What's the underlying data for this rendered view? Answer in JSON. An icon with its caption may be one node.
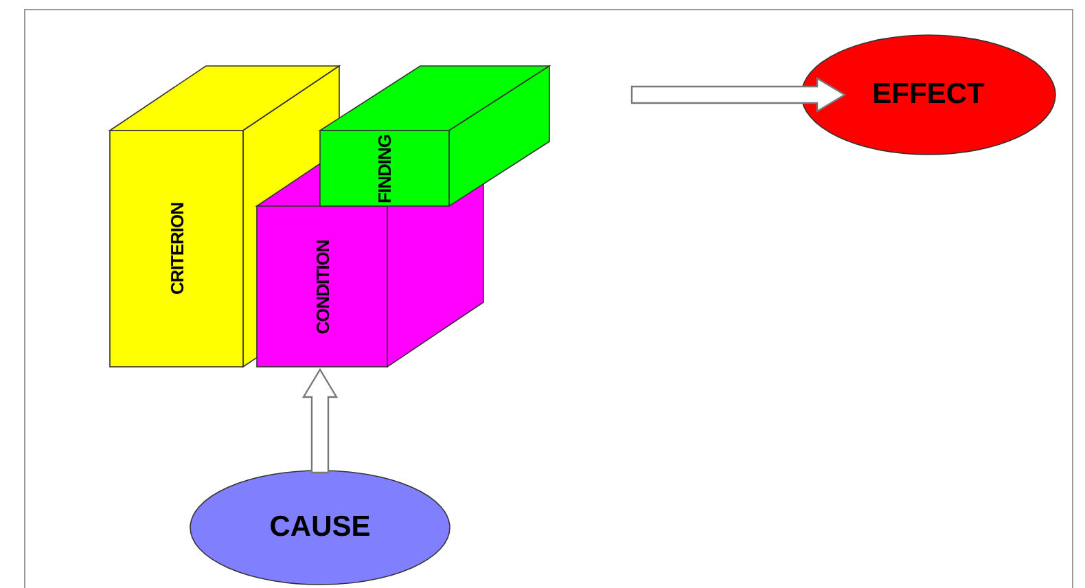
{
  "diagram": {
    "nodes": [
      {
        "text": [
          "CRITERION"
        ]
      },
      {
        "text": [
          "CONDITION"
        ]
      },
      {
        "text": [
          "FINDING"
        ]
      },
      {
        "text": [
          "EFFECT"
        ]
      },
      {
        "text": [
          "CAUSE"
        ]
      }
    ],
    "edges": [
      {
        "from": 2,
        "to": 3,
        "arrow": "to"
      },
      {
        "from": 4,
        "to": 1,
        "arrow": "to"
      }
    ]
  }
}
